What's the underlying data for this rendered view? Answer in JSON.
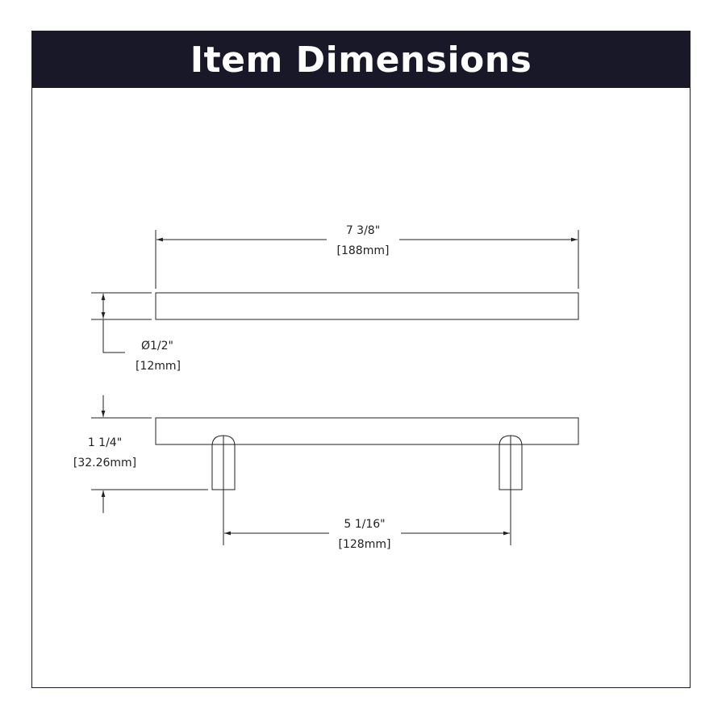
{
  "header": {
    "title": "Item Dimensions"
  },
  "dimensions": {
    "length": {
      "imperial": "7 3/8\"",
      "metric": "[188mm]"
    },
    "diameter": {
      "imperial": "Ø1/2\"",
      "metric": "[12mm]"
    },
    "projection": {
      "imperial": "1 1/4\"",
      "metric": "[32.26mm]"
    },
    "center_to_center": {
      "imperial": "5 1/16\"",
      "metric": "[128mm]"
    }
  },
  "colors": {
    "header_background": "#181828",
    "header_text": "#ffffff",
    "line": "#222222"
  }
}
